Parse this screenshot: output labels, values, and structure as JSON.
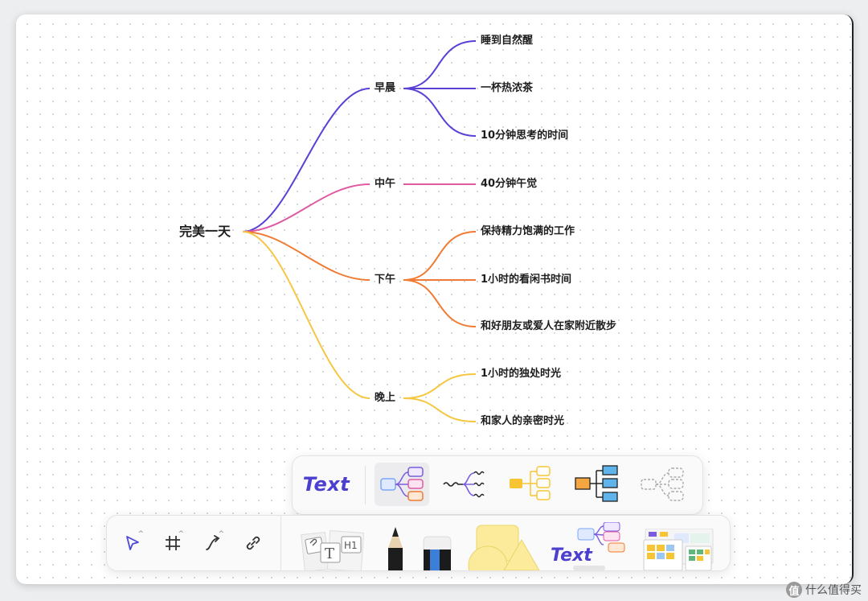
{
  "mindmap": {
    "root": "完美一天",
    "colors": {
      "morning": "#5b3fd6",
      "noon": "#e05aa3",
      "afternoon": "#f07b33",
      "evening": "#f5c742"
    },
    "branches": [
      {
        "label": "早晨",
        "children": [
          "睡到自然醒",
          "一杯热浓茶",
          "10分钟思考的时间"
        ]
      },
      {
        "label": "中午",
        "children": [
          "40分钟午觉"
        ]
      },
      {
        "label": "下午",
        "children": [
          "保持精力饱满的工作",
          "1小时的看闲书时间",
          "和好朋友或爱人在家附近散步"
        ]
      },
      {
        "label": "晚上",
        "children": [
          "1小时的独处时光",
          "和家人的亲密时光"
        ]
      }
    ]
  },
  "template_panel": {
    "text_template": "Text",
    "templates": [
      "mindmap-template-icon",
      "fishbone-template-icon",
      "tree-template-icon",
      "org-chart-template-icon",
      "dashed-template-icon"
    ]
  },
  "toolbar": {
    "tools": [
      "select-tool",
      "frame-tool",
      "connector-tool",
      "link-tool"
    ],
    "caret": "^",
    "sticky_labels": {
      "t": "T",
      "h1": "H1"
    },
    "mindmap_text": "Text"
  },
  "watermark": {
    "glyph": "值",
    "text": "什么值得买"
  }
}
